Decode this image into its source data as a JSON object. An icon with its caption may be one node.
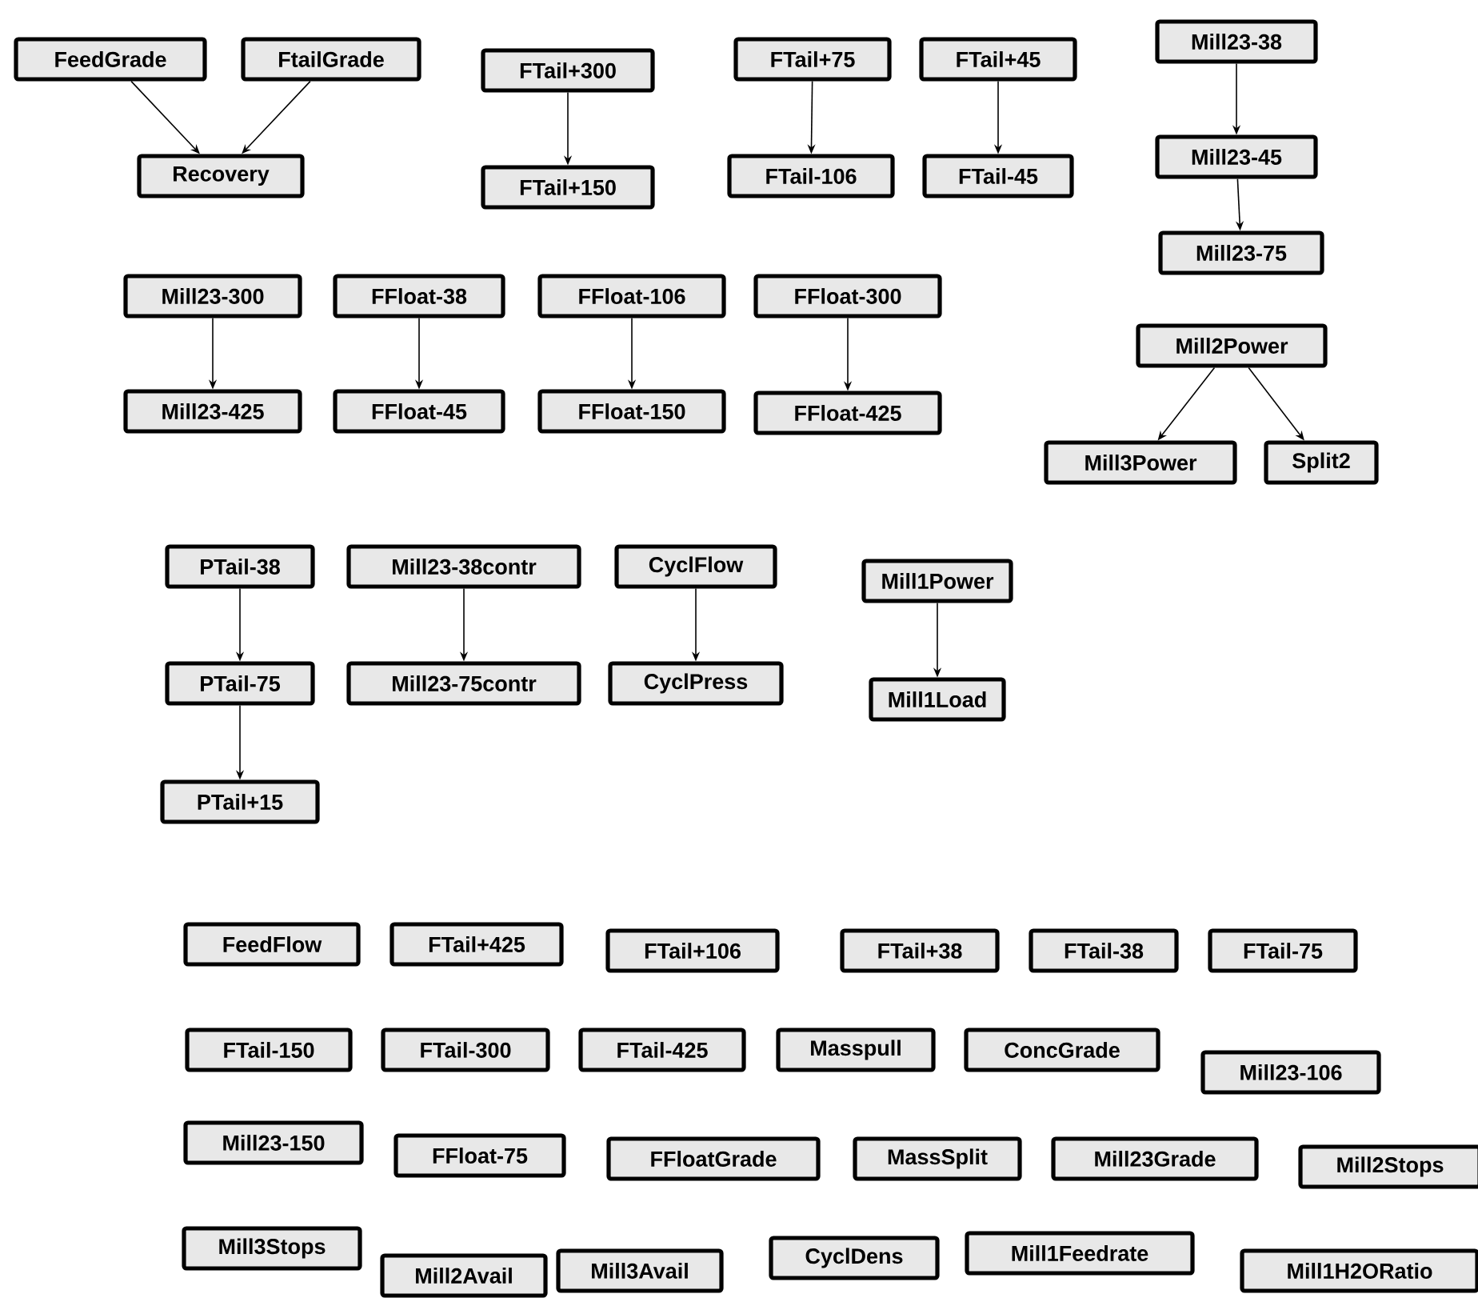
{
  "diagram": {
    "nodes": [
      {
        "text": [
          "FeedGrade"
        ]
      },
      {
        "text": [
          "FtailGrade"
        ]
      },
      {
        "text": [
          "Recovery"
        ]
      },
      {
        "text": [
          "FTail+300"
        ]
      },
      {
        "text": [
          "FTail+150"
        ]
      },
      {
        "text": [
          "FTail+75"
        ]
      },
      {
        "text": [
          "FTail-106"
        ]
      },
      {
        "text": [
          "FTail+45"
        ]
      },
      {
        "text": [
          "FTail-45"
        ]
      },
      {
        "text": [
          "Mill23-38"
        ]
      },
      {
        "text": [
          "Mill23-45"
        ]
      },
      {
        "text": [
          "Mill23-75"
        ]
      },
      {
        "text": [
          "Mill23-300"
        ]
      },
      {
        "text": [
          "Mill23-425"
        ]
      },
      {
        "text": [
          "FFloat-38"
        ]
      },
      {
        "text": [
          "FFloat-45"
        ]
      },
      {
        "text": [
          "FFloat-106"
        ]
      },
      {
        "text": [
          "FFloat-150"
        ]
      },
      {
        "text": [
          "FFloat-300"
        ]
      },
      {
        "text": [
          "FFloat-425"
        ]
      },
      {
        "text": [
          "Mill2Power"
        ]
      },
      {
        "text": [
          "Mill3Power"
        ]
      },
      {
        "text": [
          "Split2"
        ]
      },
      {
        "text": [
          "PTail-38"
        ]
      },
      {
        "text": [
          "PTail-75"
        ]
      },
      {
        "text": [
          "PTail+15"
        ]
      },
      {
        "text": [
          "Mill23-38contr"
        ]
      },
      {
        "text": [
          "Mill23-75contr"
        ]
      },
      {
        "text": [
          "CyclFlow"
        ]
      },
      {
        "text": [
          "CyclPress"
        ]
      },
      {
        "text": [
          "Mill1Power"
        ]
      },
      {
        "text": [
          "Mill1Load"
        ]
      },
      {
        "text": [
          "FeedFlow"
        ]
      },
      {
        "text": [
          "FTail+425"
        ]
      },
      {
        "text": [
          "FTail+106"
        ]
      },
      {
        "text": [
          "FTail+38"
        ]
      },
      {
        "text": [
          "FTail-38"
        ]
      },
      {
        "text": [
          "FTail-75"
        ]
      },
      {
        "text": [
          "FTail-150"
        ]
      },
      {
        "text": [
          "FTail-300"
        ]
      },
      {
        "text": [
          "FTail-425"
        ]
      },
      {
        "text": [
          "Masspull"
        ]
      },
      {
        "text": [
          "ConcGrade"
        ]
      },
      {
        "text": [
          "Mill23-106"
        ]
      },
      {
        "text": [
          "Mill23-150"
        ]
      },
      {
        "text": [
          "FFloat-75"
        ]
      },
      {
        "text": [
          "FFloatGrade"
        ]
      },
      {
        "text": [
          "MassSplit"
        ]
      },
      {
        "text": [
          "Mill23Grade"
        ]
      },
      {
        "text": [
          "Mill2Stops"
        ]
      },
      {
        "text": [
          "Mill3Stops"
        ]
      },
      {
        "text": [
          "Mill2Avail"
        ]
      },
      {
        "text": [
          "Mill3Avail"
        ]
      },
      {
        "text": [
          "CyclDens"
        ]
      },
      {
        "text": [
          "Mill1Feedrate"
        ]
      },
      {
        "text": [
          "Mill1H2ORatio"
        ]
      }
    ],
    "edges": [
      {
        "from": 0,
        "to": 2,
        "arrow": "to"
      },
      {
        "from": 1,
        "to": 2,
        "arrow": "to"
      },
      {
        "from": 3,
        "to": 4,
        "arrow": "to"
      },
      {
        "from": 5,
        "to": 6,
        "arrow": "to"
      },
      {
        "from": 7,
        "to": 8,
        "arrow": "to"
      },
      {
        "from": 9,
        "to": 10,
        "arrow": "to"
      },
      {
        "from": 10,
        "to": 11,
        "arrow": "to"
      },
      {
        "from": 12,
        "to": 13,
        "arrow": "to"
      },
      {
        "from": 14,
        "to": 15,
        "arrow": "to"
      },
      {
        "from": 16,
        "to": 17,
        "arrow": "to"
      },
      {
        "from": 18,
        "to": 19,
        "arrow": "to"
      },
      {
        "from": 20,
        "to": 21,
        "arrow": "to"
      },
      {
        "from": 20,
        "to": 22,
        "arrow": "to"
      },
      {
        "from": 23,
        "to": 24,
        "arrow": "to"
      },
      {
        "from": 24,
        "to": 25,
        "arrow": "to"
      },
      {
        "from": 26,
        "to": 27,
        "arrow": "to"
      },
      {
        "from": 28,
        "to": 29,
        "arrow": "to"
      },
      {
        "from": 30,
        "to": 31,
        "arrow": "to"
      }
    ]
  }
}
